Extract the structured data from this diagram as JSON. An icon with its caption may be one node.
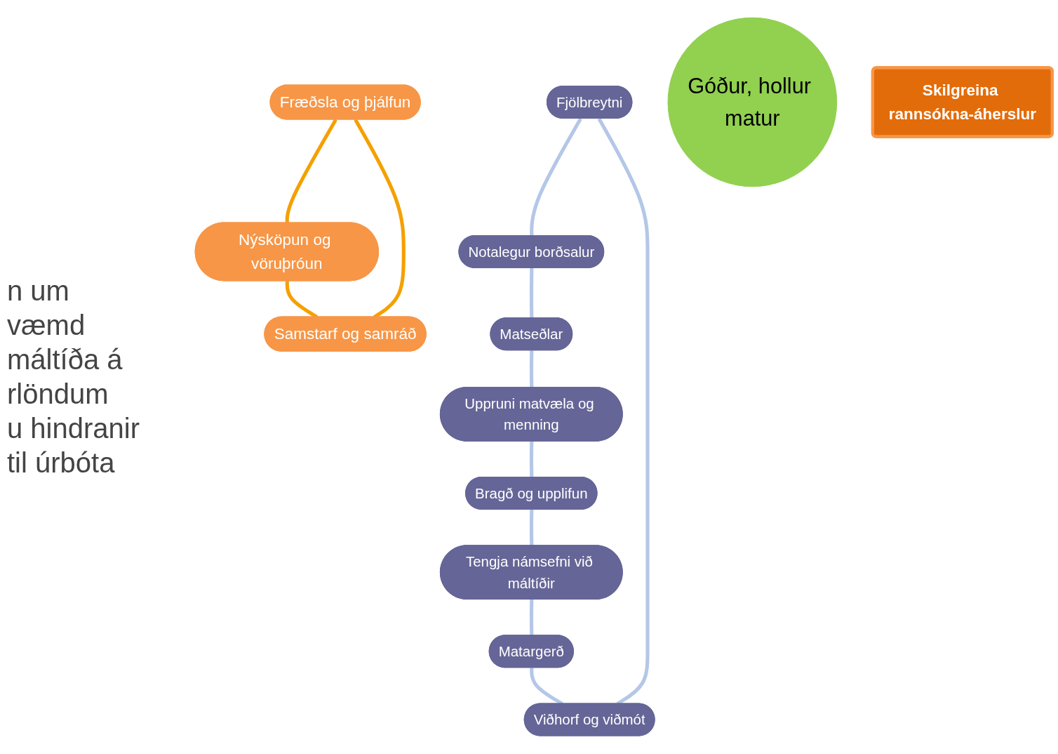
{
  "diagram": {
    "nodes": [
      {
        "text": [
          "Fræðsla og þjálfun"
        ]
      },
      {
        "text": [
          "Nýsköpun og vöruþróun"
        ]
      },
      {
        "text": [
          "Fjölbreytni"
        ]
      },
      {
        "text": [
          "Viðhorf og viðmót"
        ]
      },
      {
        "text": [
          "Notalegur borðsalur"
        ]
      },
      {
        "text": [
          "Matargerð"
        ]
      },
      {
        "text": [
          "Góður, hollur matur"
        ]
      },
      {
        "text": [
          "Matseðlar"
        ]
      },
      {
        "text": [
          "Tengja námsefni við máltíðir"
        ]
      },
      {
        "text": [
          "Uppruni matvæla og menning"
        ]
      },
      {
        "text": [
          "Bragð og upplifun"
        ]
      },
      {
        "text": [
          "Skilgreina rannsókna-áherslur"
        ]
      },
      {
        "text": [
          "Samstarf og samráð"
        ]
      }
    ],
    "edges": [
      {
        "from": 0,
        "to": 1,
        "arrow": "none",
        "color": "#f5a000"
      },
      {
        "from": 0,
        "to": 12,
        "arrow": "none",
        "color": "#f5a000"
      },
      {
        "from": 1,
        "to": 12,
        "arrow": "none",
        "color": "#f5a000"
      },
      {
        "from": 2,
        "to": 4,
        "arrow": "none"
      },
      {
        "from": 4,
        "to": 7,
        "arrow": "none"
      },
      {
        "from": 7,
        "to": 9,
        "arrow": "none"
      },
      {
        "from": 9,
        "to": 10,
        "arrow": "none"
      },
      {
        "from": 10,
        "to": 8,
        "arrow": "none"
      },
      {
        "from": 8,
        "to": 5,
        "arrow": "none"
      },
      {
        "from": 5,
        "to": 3,
        "arrow": "none"
      },
      {
        "from": 3,
        "to": 2,
        "arrow": "none"
      }
    ],
    "labels": [
      "n um",
      "væmd",
      "máltíða á",
      "rlöndum",
      "u hindranir",
      "til úrbóta"
    ]
  }
}
